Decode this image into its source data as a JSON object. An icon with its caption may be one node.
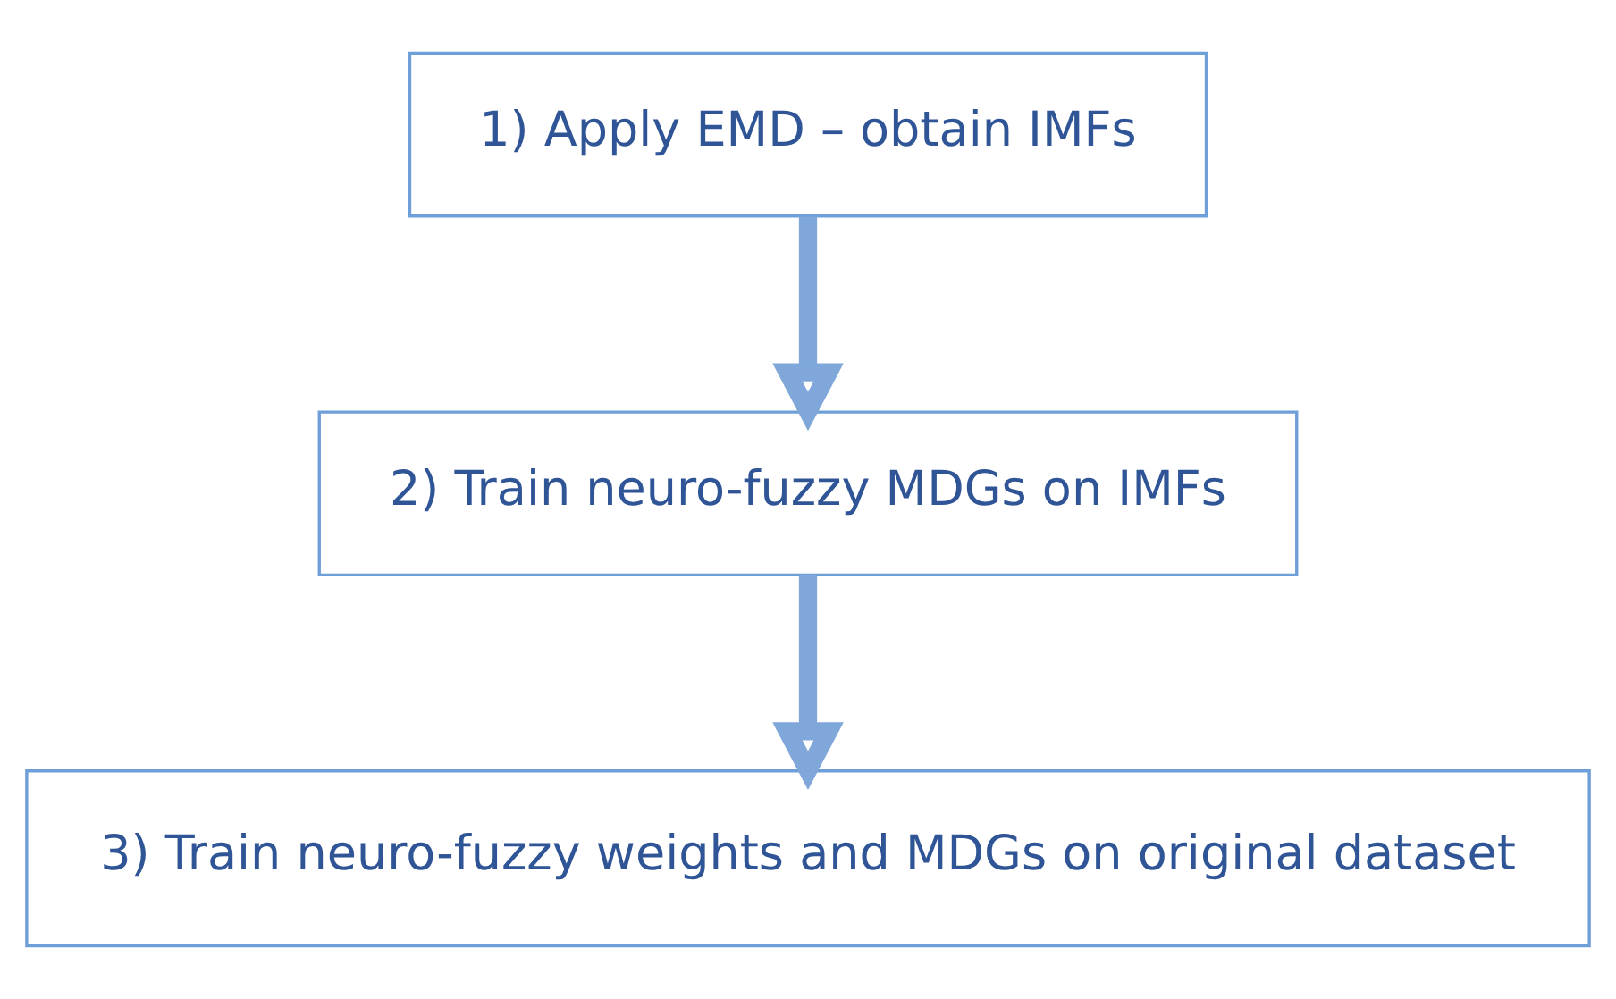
{
  "diagram": {
    "nodes": [
      {
        "text": [
          "1) Apply EMD – obtain IMFs"
        ]
      },
      {
        "text": [
          "2) Train neuro-fuzzy MDGs on IMFs"
        ]
      },
      {
        "text": [
          "3) Train neuro-fuzzy weights and MDGs on original dataset"
        ]
      }
    ],
    "edges": [
      {
        "from": 0,
        "to": 1,
        "arrow": "to"
      },
      {
        "from": 1,
        "to": 2,
        "arrow": "to"
      }
    ]
  }
}
